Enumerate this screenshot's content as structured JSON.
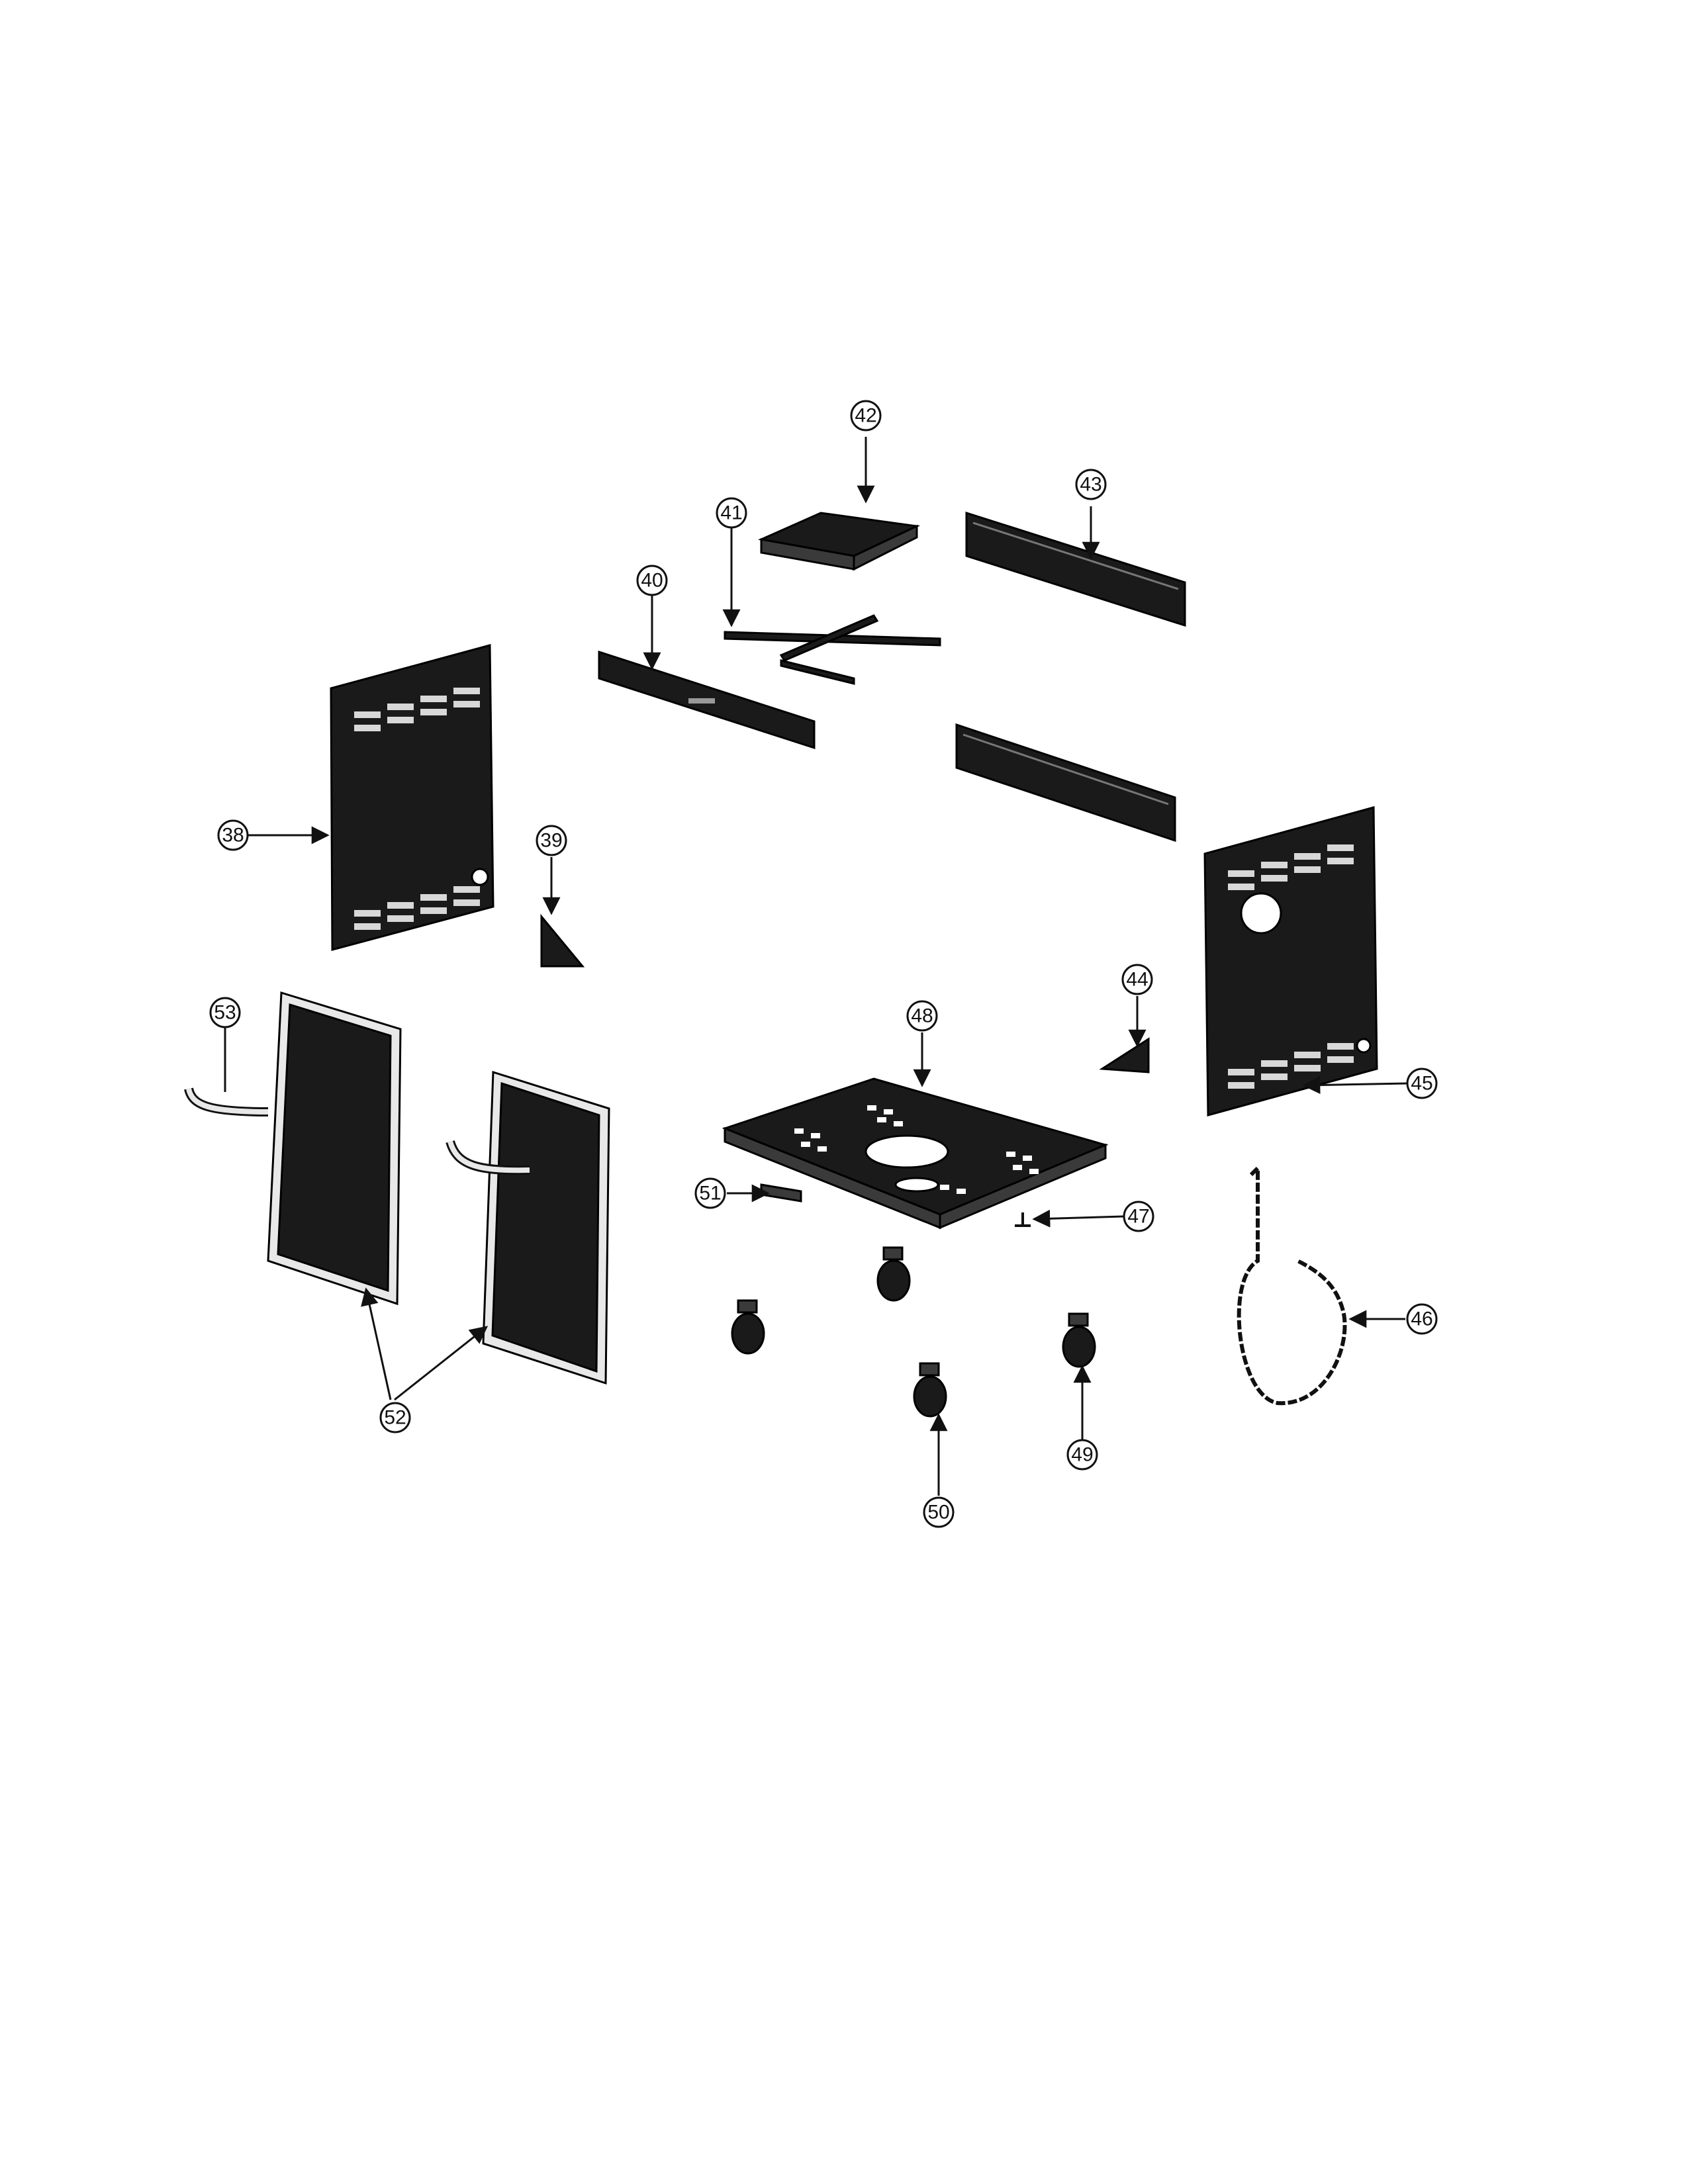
{
  "callouts": {
    "c38": "38",
    "c39": "39",
    "c40": "40",
    "c41": "41",
    "c42": "42",
    "c43": "43",
    "c44": "44",
    "c45": "45",
    "c46": "46",
    "c47": "47",
    "c48": "48",
    "c49": "49",
    "c50": "50",
    "c51": "51",
    "c52": "52",
    "c53": "53"
  }
}
